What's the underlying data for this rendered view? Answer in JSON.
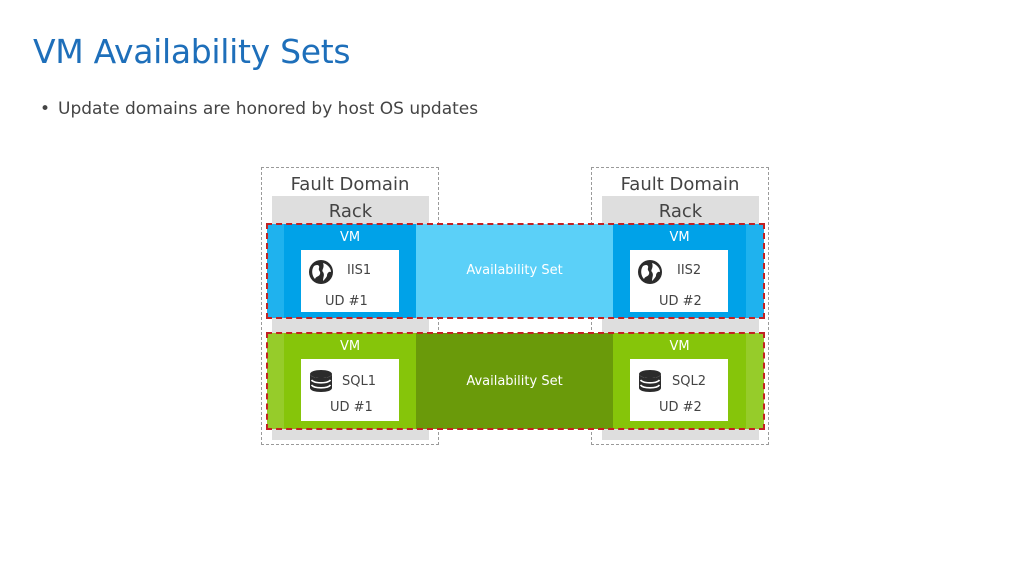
{
  "slide": {
    "title": "VM Availability Sets",
    "bullets": [
      "Update domains are honored by host OS updates"
    ]
  },
  "fault_domains": [
    {
      "label": "Fault Domain",
      "rack": "Rack"
    },
    {
      "label": "Fault Domain",
      "rack": "Rack"
    }
  ],
  "availability_sets": [
    {
      "label": "Availability Set",
      "color": "#5bd0f8",
      "vms": [
        {
          "vm_label": "VM",
          "name": "IIS1",
          "ud": "UD #1",
          "icon": "globe-icon"
        },
        {
          "vm_label": "VM",
          "name": "IIS2",
          "ud": "UD #2",
          "icon": "globe-icon"
        }
      ]
    },
    {
      "label": "Availability Set",
      "color": "#6a9a0a",
      "vms": [
        {
          "vm_label": "VM",
          "name": "SQL1",
          "ud": "UD #1",
          "icon": "database-icon"
        },
        {
          "vm_label": "VM",
          "name": "SQL2",
          "ud": "UD #2",
          "icon": "database-icon"
        }
      ]
    }
  ],
  "colors": {
    "title": "#1e6fba",
    "vm_iis": "#00a2e8",
    "vm_sql": "#86c50a",
    "set_border": "#c22222"
  }
}
